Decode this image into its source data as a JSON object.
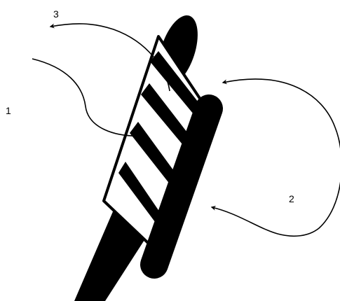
{
  "labels": {
    "step_1": "1",
    "step_2": "2",
    "step_3": "3"
  },
  "colors": {
    "ink": "#000000",
    "paper": "#ffffff"
  }
}
